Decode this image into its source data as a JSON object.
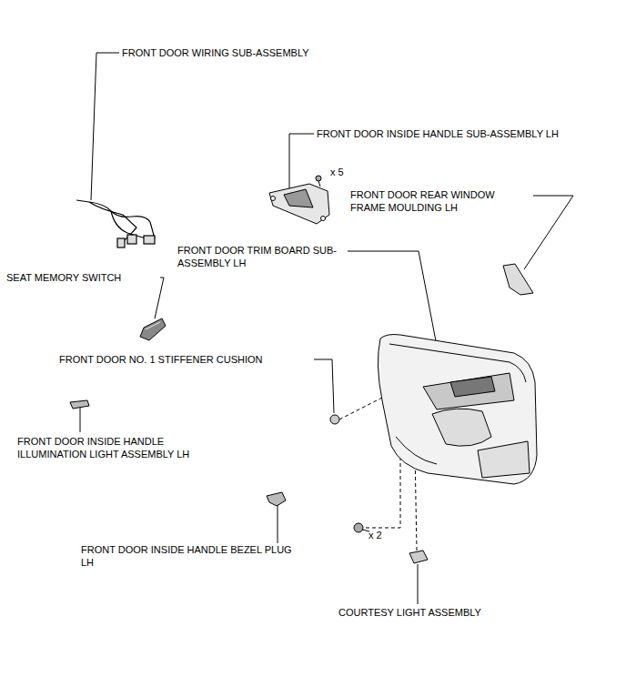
{
  "diagram": {
    "labels": [
      "FRONT DOOR WIRING SUB-ASSEMBLY",
      "FRONT DOOR INSIDE HANDLE SUB-ASSEMBLY LH",
      "x 5",
      "FRONT DOOR REAR WINDOW FRAME MOULDING LH",
      "FRONT DOOR TRIM BOARD SUB-ASSEMBLY LH",
      "SEAT MEMORY SWITCH",
      "FRONT DOOR NO. 1 STIFFENER CUSHION",
      "FRONT DOOR INSIDE HANDLE ILLUMINATION LIGHT ASSEMBLY LH",
      "x 2",
      "FRONT DOOR INSIDE HANDLE BEZEL PLUG LH",
      "COURTESY LIGHT ASSEMBLY"
    ]
  }
}
